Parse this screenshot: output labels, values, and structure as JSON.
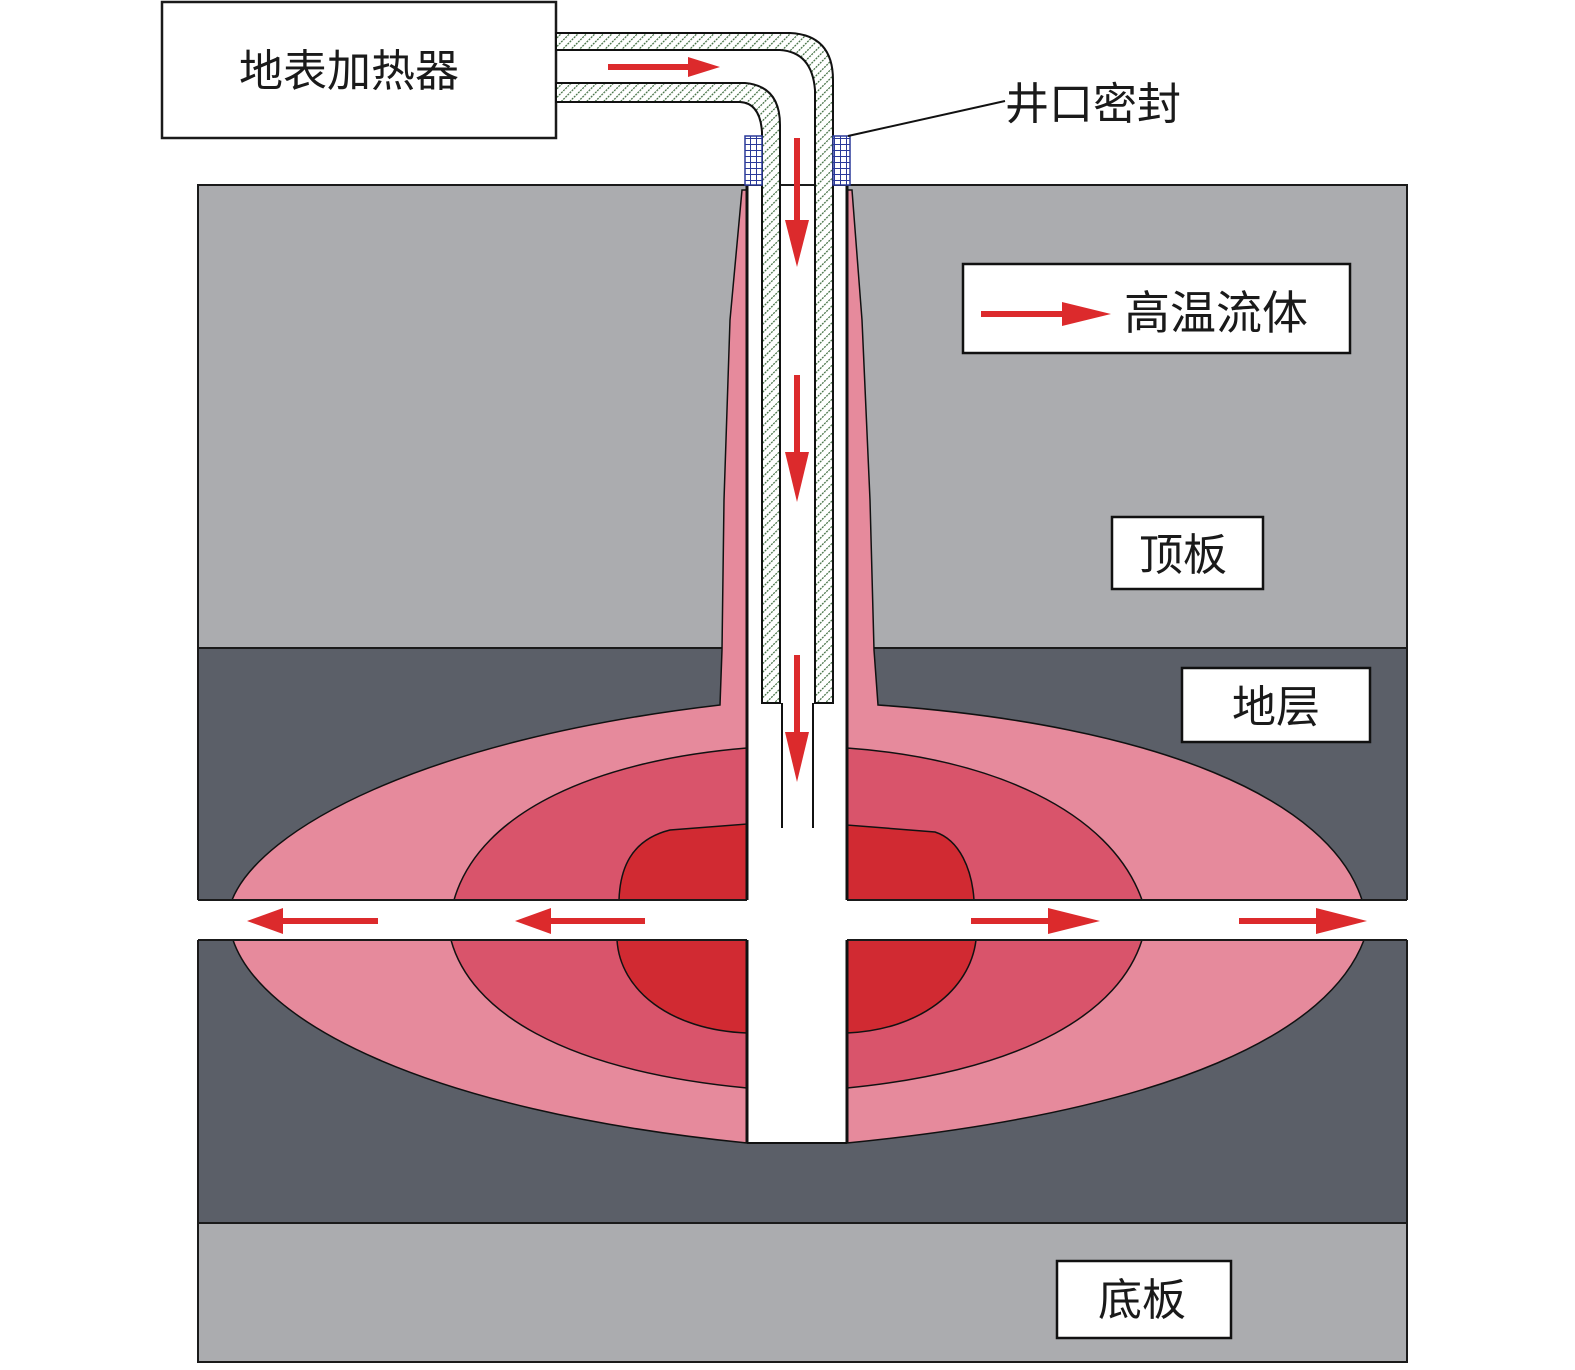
{
  "labels": {
    "heater": "地表加热器",
    "wellhead_seal": "井口密封",
    "legend_text": "高温流体",
    "roof": "顶板",
    "formation": "地层",
    "floor": "底板"
  },
  "legend": {
    "icon": "red-arrow-right-icon"
  },
  "colors": {
    "roof_floor": "#abacaf",
    "formation": "#5b5f68",
    "heat_outer": "#e68a9c",
    "heat_mid": "#d9546b",
    "heat_inner": "#d12a32",
    "arrow": "#dc2a2c",
    "pipe_hatch": "#3d6b3d",
    "seal": "#2b3a9a"
  }
}
